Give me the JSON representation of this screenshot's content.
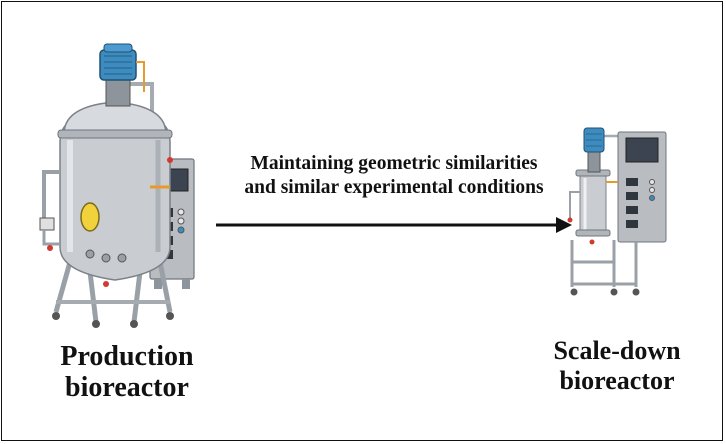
{
  "diagram": {
    "arrow_text": {
      "line1": "Maintaining geometric similarities",
      "line2": "and similar experimental conditions"
    },
    "left_caption": {
      "line1": "Production",
      "line2": "bioreactor"
    },
    "right_caption": {
      "line1": "Scale-down",
      "line2": "bioreactor"
    }
  },
  "colors": {
    "motor": "#3d8bbf",
    "steel": "#c9cdd2",
    "steel_dark": "#8e949b",
    "window": "#f1d23c",
    "panel": "#b9bdc2",
    "screen": "#3b4450",
    "accent_red": "#d23a2f",
    "accent_orange": "#e69a2b"
  }
}
